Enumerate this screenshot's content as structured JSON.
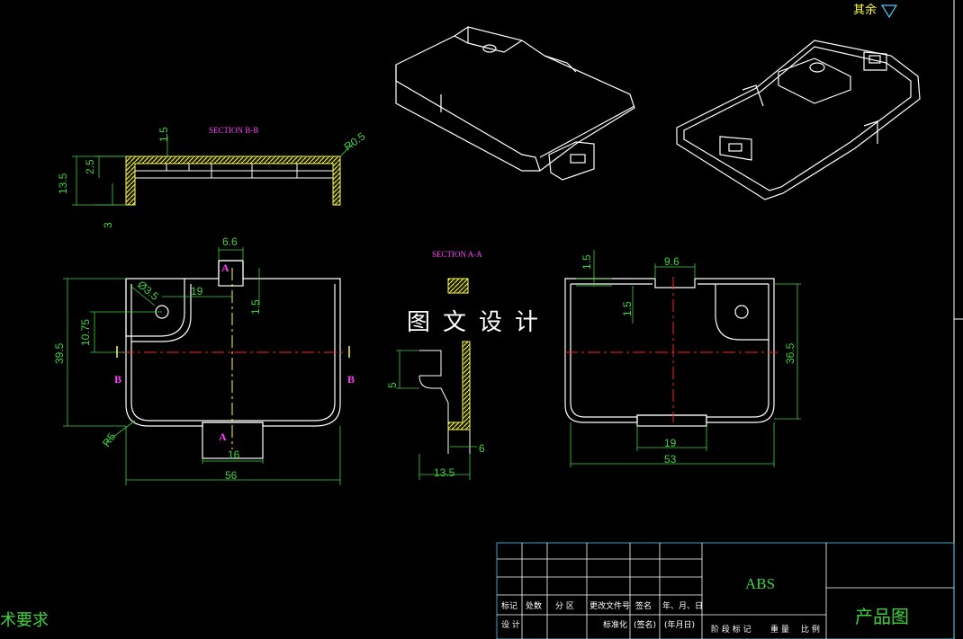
{
  "top_right_note": "其余",
  "watermark": "图文设计",
  "sections": {
    "bb": "SECTION B-B",
    "aa": "SECTION A-A"
  },
  "dimensions": {
    "bb_thickness": "1.5",
    "bb_radius": "R0.5",
    "bb_height_total": "13.5",
    "bb_step": "2.5",
    "bb_bottom": "3",
    "top_tab": "6.6",
    "hole_dia": "Ø3.5",
    "hole_x": "19",
    "hole_y": "10.75",
    "wall_top": "1.5",
    "overall_height": "39.5",
    "bottom_tab": "16",
    "corner_radius": "R5",
    "overall_width": "56",
    "aa_clip": "5",
    "aa_foot": "6",
    "aa_depth": "13.5",
    "bottom_gap_1": "1.5",
    "bottom_slot": "9.6",
    "bottom_gap_2": "1.5",
    "bottom_height": "36.5",
    "bottom_notch": "19",
    "bottom_width": "53"
  },
  "markers": {
    "a": "A",
    "b": "B"
  },
  "title_block": {
    "material": "ABS",
    "drawing_name": "产品图",
    "header_row": [
      "标记",
      "处数",
      "分 区",
      "更改文件号",
      "签名",
      "年、月、日"
    ],
    "row_design": [
      "设 计",
      "",
      "",
      "标准化",
      "(签名)",
      "(年月日)"
    ],
    "stage_row": [
      "阶 段 标 记",
      "重 量",
      "比 例"
    ],
    "tech_req": "术要求"
  }
}
